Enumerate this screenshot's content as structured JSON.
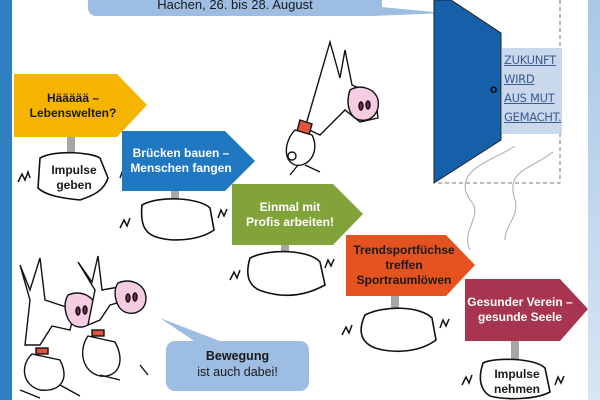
{
  "header": {
    "event_text": "Hachen, 26. bis 28. August"
  },
  "door": {
    "handle_glyph": "o",
    "motto_lines": [
      "ZUKUNFT",
      "WIRD",
      "AUS MUT",
      "GEMACHT."
    ]
  },
  "signs": [
    {
      "label_lines": [
        "Häääää –",
        "Lebenswelten?"
      ],
      "color": "#f5b400",
      "text_color": "#1a1a1a"
    },
    {
      "label_lines": [
        "Brücken bauen –",
        "Menschen fangen"
      ],
      "color": "#1f78c1",
      "text_color": "#ffffff"
    },
    {
      "label_lines": [
        "Einmal mit",
        "Profis arbeiten!"
      ],
      "color": "#82a23a",
      "text_color": "#ffffff"
    },
    {
      "label_lines": [
        "Trendsportfüchse",
        "treffen",
        "Sportraumlöwen"
      ],
      "color": "#e4531f",
      "text_color": "#1a1a1a"
    },
    {
      "label_lines": [
        "Gesunder Verein –",
        "gesunde Seele"
      ],
      "color": "#a8354f",
      "text_color": "#ffffff"
    }
  ],
  "rocks": [
    {
      "label_lines": [
        "Impulse",
        "geben"
      ]
    },
    {
      "label_lines": [
        "Impulse",
        "nehmen"
      ]
    }
  ],
  "speech_bubble": {
    "bold_line": "Bewegung",
    "line": "ist auch dabei!"
  },
  "colors": {
    "left_bar": "#2f7fc1",
    "bubble": "#9dbde3",
    "door": "#1560a8",
    "post": "#a6a6a6",
    "snout": "#f4cde3"
  }
}
